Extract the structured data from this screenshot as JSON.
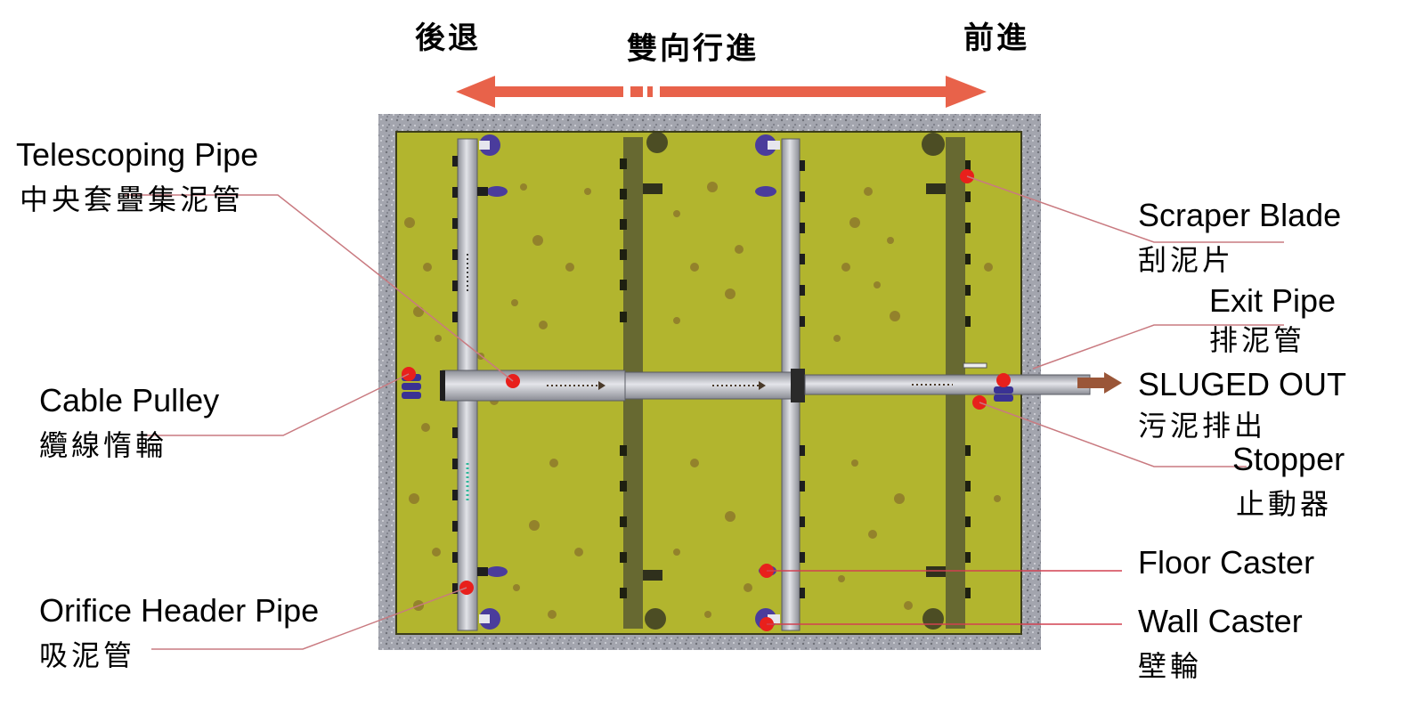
{
  "direction": {
    "backward_label": "後退",
    "title": "雙向行進",
    "forward_label": "前進",
    "arrow_color": "#e8624a"
  },
  "labels": {
    "telescoping_pipe": {
      "en": "Telescoping Pipe",
      "zh": "中央套疊集泥管"
    },
    "cable_pulley": {
      "en": "Cable Pulley",
      "zh": "纜線惰輪"
    },
    "orifice_header_pipe": {
      "en": "Orifice Header Pipe",
      "zh": "吸泥管"
    },
    "scraper_blade": {
      "en": "Scraper Blade",
      "zh": "刮泥片"
    },
    "exit_pipe": {
      "en": "Exit Pipe",
      "zh": "排泥管"
    },
    "sludge_out": {
      "en": "SLUGED OUT",
      "zh": "污泥排出"
    },
    "stopper": {
      "en": "Stopper",
      "zh": "止動器"
    },
    "floor_caster": {
      "en": "Floor  Caster"
    },
    "wall_caster": {
      "en": "Wall Caster",
      "zh": "壁輪"
    }
  },
  "colors": {
    "tank_floor": "#b2b52e",
    "tank_wall": "#9a9ca6",
    "pipe": "#c4c6cc",
    "scraper": "#5e6032",
    "marker": "#e8201c",
    "caster": "#4a3c9c",
    "leader_line": "#c97a80",
    "sludge_arrow": "#9a5638"
  }
}
